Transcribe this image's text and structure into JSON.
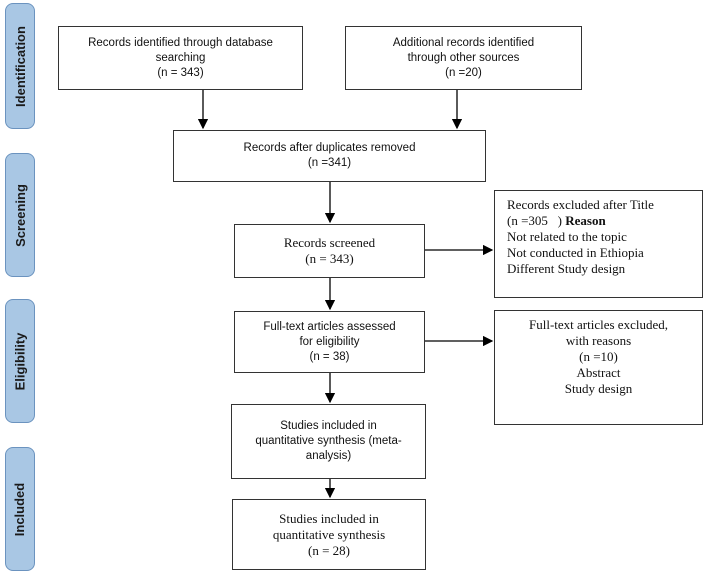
{
  "phases": [
    "Identification",
    "Screening",
    "Eligibility",
    "Included"
  ],
  "boxes": {
    "db_records": [
      "Records identified through database",
      "searching",
      "(n = 343)"
    ],
    "other_records": [
      "Additional records identified",
      "through other sources",
      "(n =20)"
    ],
    "after_duplicates": [
      "Records after duplicates removed",
      "(n =341)"
    ],
    "screened": [
      "Records screened",
      "(n = 343)"
    ],
    "excluded_title": {
      "line1": "Records excluded after Title",
      "line2_prefix": "(n =305   )",
      "line2_bold": " Reason",
      "reasons": [
        "Not related to the topic",
        "Not conducted in Ethiopia",
        "Different Study design"
      ]
    },
    "fulltext_assessed": [
      "Full-text articles assessed",
      "for eligibility",
      "(n = 38)"
    ],
    "fulltext_excluded": [
      "Full-text articles excluded,",
      "with reasons",
      "(n =10)",
      "Abstract",
      "Study design"
    ],
    "quant_meta": [
      "Studies included in",
      "quantitative synthesis (meta-",
      "analysis)"
    ],
    "included_final": [
      "Studies included in",
      "quantitative synthesis",
      "(n = 28)"
    ]
  }
}
